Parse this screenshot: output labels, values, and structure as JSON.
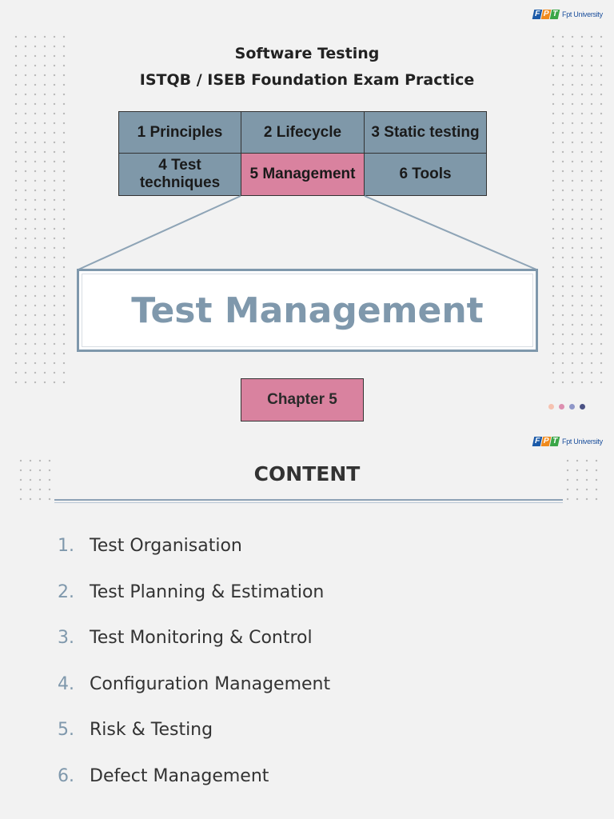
{
  "slide1": {
    "logo": {
      "letters": [
        "F",
        "P",
        "T"
      ],
      "text": "Fpt University"
    },
    "title_line1": "Software Testing",
    "title_line2": "ISTQB / ISEB Foundation Exam Practice",
    "grid": [
      {
        "label": "1 Principles",
        "state": "normal"
      },
      {
        "label": "2 Lifecycle",
        "state": "normal"
      },
      {
        "label": "3 Static testing",
        "state": "normal"
      },
      {
        "label": "4 Test techniques",
        "state": "normal"
      },
      {
        "label": "5 Management",
        "state": "highlighted"
      },
      {
        "label": "6 Tools",
        "state": "normal"
      }
    ],
    "heading": "Test Management",
    "chapter": "Chapter 5",
    "colors": {
      "grid_box": "#7f98a9",
      "highlight": "#d9829f",
      "heading": "#7f98ac"
    }
  },
  "slide2": {
    "logo": {
      "letters": [
        "F",
        "P",
        "T"
      ],
      "text": "Fpt University"
    },
    "title": "CONTENT",
    "items": [
      {
        "num": "1.",
        "text": "Test Organisation"
      },
      {
        "num": "2.",
        "text": "Test Planning & Estimation"
      },
      {
        "num": "3.",
        "text": "Test Monitoring & Control"
      },
      {
        "num": "4.",
        "text": "Configuration Management"
      },
      {
        "num": "5.",
        "text": "Risk & Testing"
      },
      {
        "num": "6.",
        "text": "Defect Management"
      }
    ]
  }
}
